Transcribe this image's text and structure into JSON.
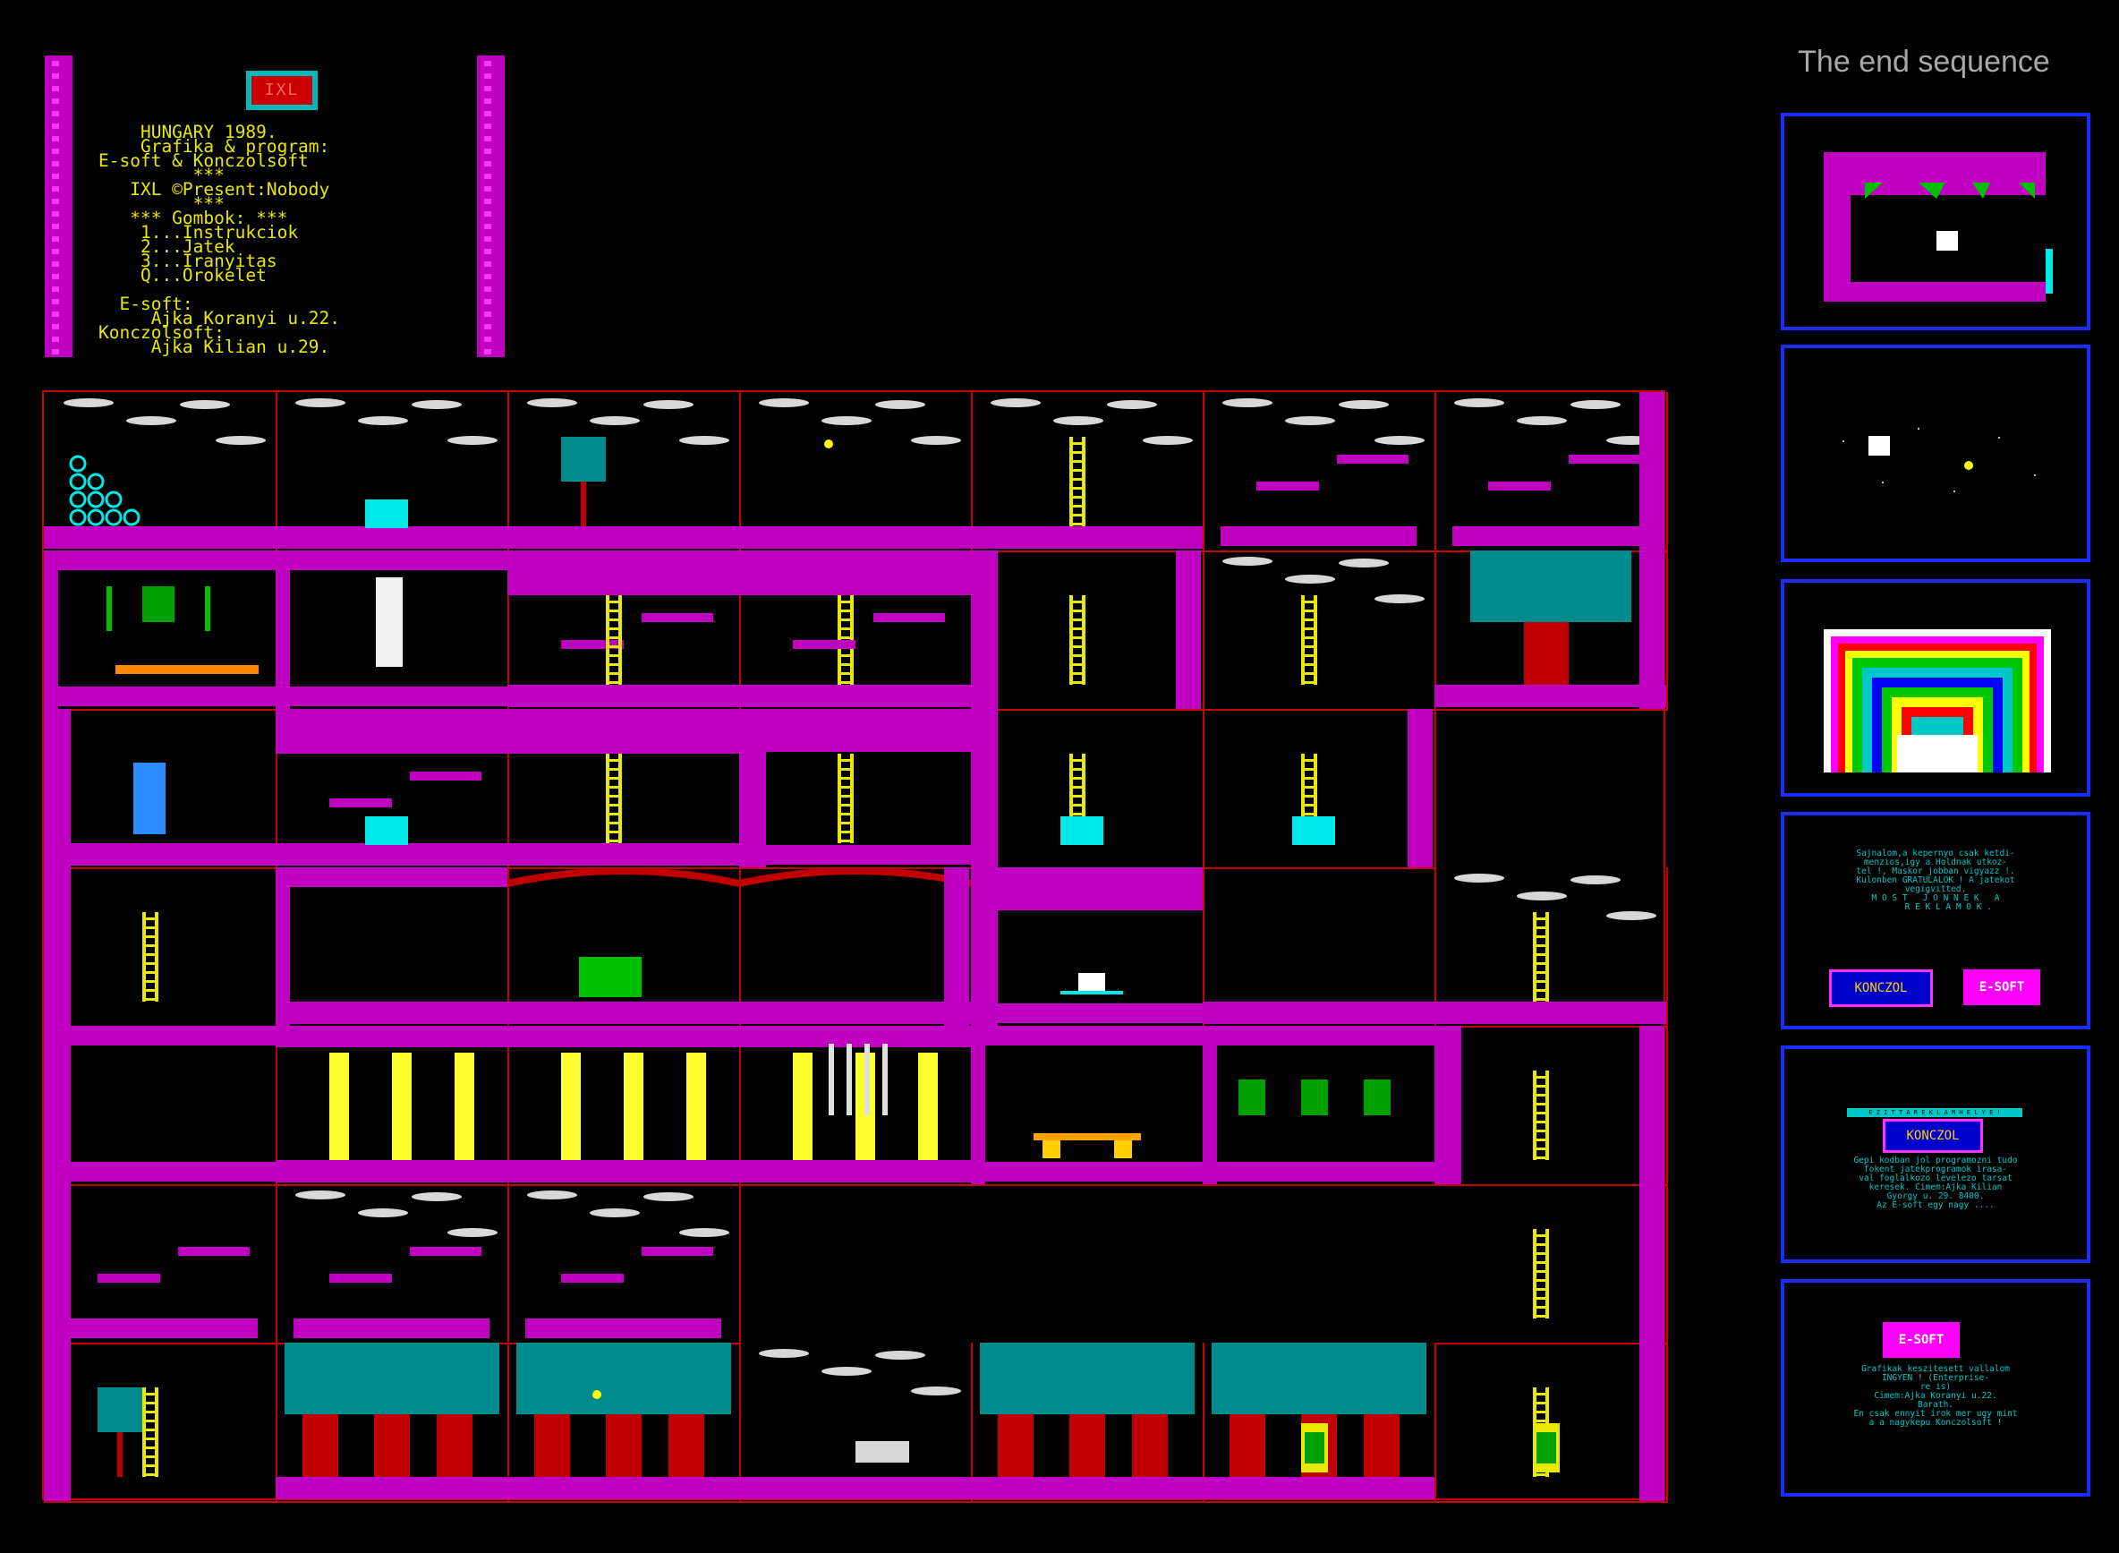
{
  "title_screen": {
    "logo_text": "IXL",
    "lines": [
      "    HUNGARY 1989.",
      "    Grafika & program:",
      "E-soft & Konczolsoft",
      "         ***",
      "   IXL ©Present:Nobody",
      "         ***",
      "   *** Gombok: ***",
      "    1...Instrukciok",
      "    2...Jatek",
      "    3...Iranyitas",
      "    Q...Orokelet",
      "",
      "  E-soft:",
      "     Ajka Koranyi u.22.",
      "Konczolsoft:",
      "     Ajka Kilian u.29."
    ]
  },
  "end_sequence": {
    "title": "The end sequence",
    "panel4_text": [
      "Sajnalom,a kepernyo csak ketdi-",
      "menzios,igy a Holdnak utkoz-",
      "tel !, Maskor jobban vigyazz !.",
      "",
      "Kulonben GRATULALOK ! A jatekot",
      "vegigvitted.",
      "",
      "M O S T   J O N N E K   A",
      "     R E K L A M O K ."
    ],
    "panel4_logo_k": "KONCZOL",
    "panel4_logo_e": "E-SOFT",
    "panel5_banner": "E Z   I T T   A   R E K L A M   H E L Y E   !",
    "panel5_logo_k": "KONCZOL",
    "panel5_text": [
      "Gepi kodban jol programozni tudo",
      "fokent jatekprogramok irasa-",
      "val foglalkozo levelezo tarsat",
      "keresek. Cimem:Ajka Kilian",
      "Gyorgy u. 29. 8400.",
      "",
      "",
      "Az E-soft egy nagy ...."
    ],
    "panel6_logo_e": "E-SOFT",
    "panel6_text": [
      "Grafikak keszitesett vallalom",
      "INGYEN ! (Enterprise-",
      "re is)",
      "Cimem:Ajka Koranyi u.22.",
      "Barath.",
      "",
      "En csak ennyit irok mer ugy mint",
      "a a nagykepu Konczolsoft !"
    ]
  },
  "colors": {
    "wall": "#c000c0",
    "grid": "#c40000",
    "ladder": "#e8e800",
    "water": "#00e8e8",
    "foliage": "#008c8c",
    "trunk": "#c00000",
    "panel_border": "#1a2cff"
  },
  "map": {
    "columns": 7,
    "rows": 7
  }
}
